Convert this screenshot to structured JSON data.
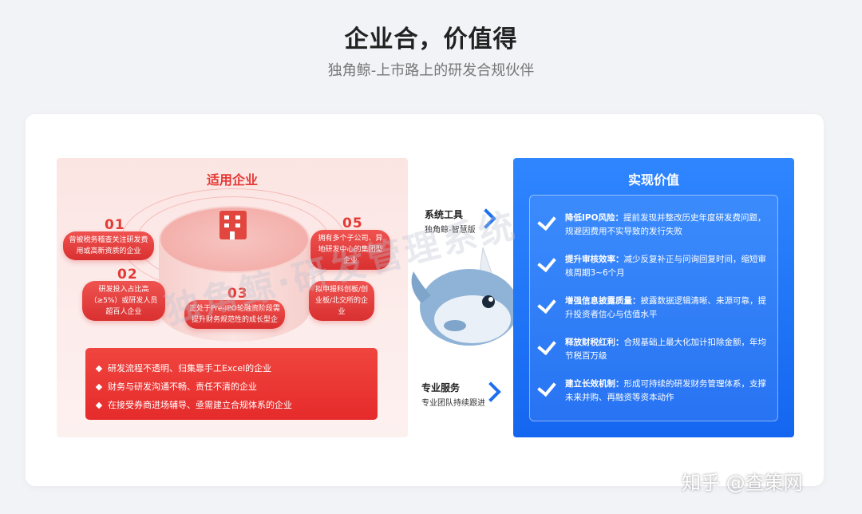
{
  "header": {
    "title": "企业合，价值得",
    "subtitle": "独角鲸-上市路上的研发合规伙伴"
  },
  "left": {
    "title": "适用企业",
    "items": [
      {
        "num": "01",
        "text": "曾被税务稽查关注研发费用或高新资质的企业"
      },
      {
        "num": "02",
        "text": "研发投入占比高（≥5%）或研发人员超百人企业"
      },
      {
        "num": "03",
        "text": "正处于Pre-IPO轮融资阶段需提升财务规范性的成长型企"
      },
      {
        "num": "05",
        "text": "拥有多个子公司、异地研发中心的集团型企业"
      },
      {
        "num": "",
        "text": "拟申报科创板/创业板/北交所的企业"
      }
    ],
    "bullets": [
      "研发流程不透明、归集靠手工Excel的企业",
      "财务与研发沟通不畅、责任不清的企业",
      "在接受券商进场辅导、亟需建立合规体系的企业"
    ]
  },
  "middle": {
    "tool_title": "系统工具",
    "tool_sub": "独角鲸-智慧版",
    "service_title": "专业服务",
    "service_sub": "专业团队持续跟进"
  },
  "right": {
    "title": "实现价值",
    "values": [
      {
        "label": "降低IPO风险：",
        "text": "提前发现并整改历史年度研发费问题，规避因费用不实导致的发行失败"
      },
      {
        "label": "提升审核效率：",
        "text": "减少反复补正与问询回复时间，缩短审核周期3~6个月"
      },
      {
        "label": "增强信息披露质量：",
        "text": "披露数据逻辑清晰、来源可靠，提升投资者信心与估值水平"
      },
      {
        "label": "释放财税红利：",
        "text": "合规基础上最大化加计扣除金额，年均节税百万级"
      },
      {
        "label": "建立长效机制：",
        "text": "形成可持续的研发财务管理体系，支撑未来并购、再融资等资本动作"
      }
    ]
  },
  "watermark": {
    "center": "独角鲸·研发管理系统",
    "footer": "知乎 @查策网"
  }
}
